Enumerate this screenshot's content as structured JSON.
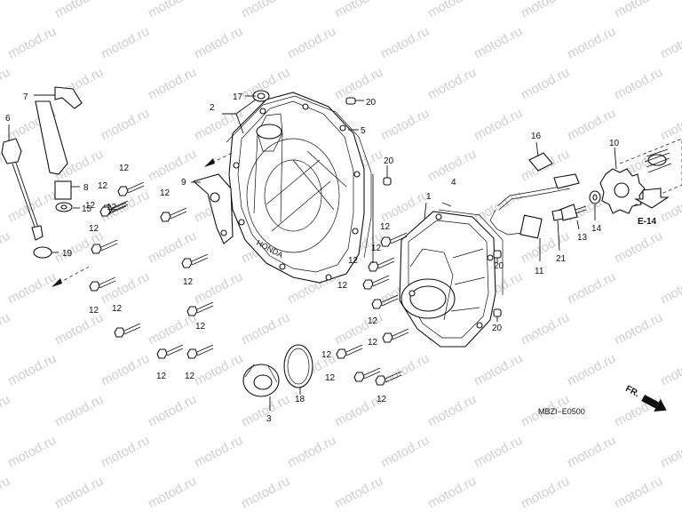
{
  "watermark": "motod.ru",
  "diagram_code": "MBZI−E0500",
  "reference": "E-14",
  "front_marker": "FR.",
  "cover_logo": "HONDA",
  "labels": {
    "l1": "1",
    "l2": "2",
    "l3": "3",
    "l4": "4",
    "l5": "5",
    "l6": "6",
    "l7": "7",
    "l8": "8",
    "l9": "9",
    "l10": "10",
    "l11": "11",
    "l13": "13",
    "l14": "14",
    "l15": "15",
    "l16": "16",
    "l17": "17",
    "l18": "18",
    "l19": "19",
    "l21": "21",
    "l20a": "20",
    "l20b": "20",
    "l20c": "20",
    "l20d": "20",
    "b1": "12",
    "b2": "12",
    "b3": "12",
    "b4": "12",
    "b5": "12",
    "b6": "12",
    "b7": "12",
    "b8": "12",
    "b9": "12",
    "b10": "12",
    "b11": "12",
    "b12": "12",
    "b13": "12",
    "b14": "12",
    "b15": "12",
    "b16": "12",
    "b17": "12",
    "b18": "12",
    "b19": "12",
    "b20": "12",
    "b21": "12"
  }
}
